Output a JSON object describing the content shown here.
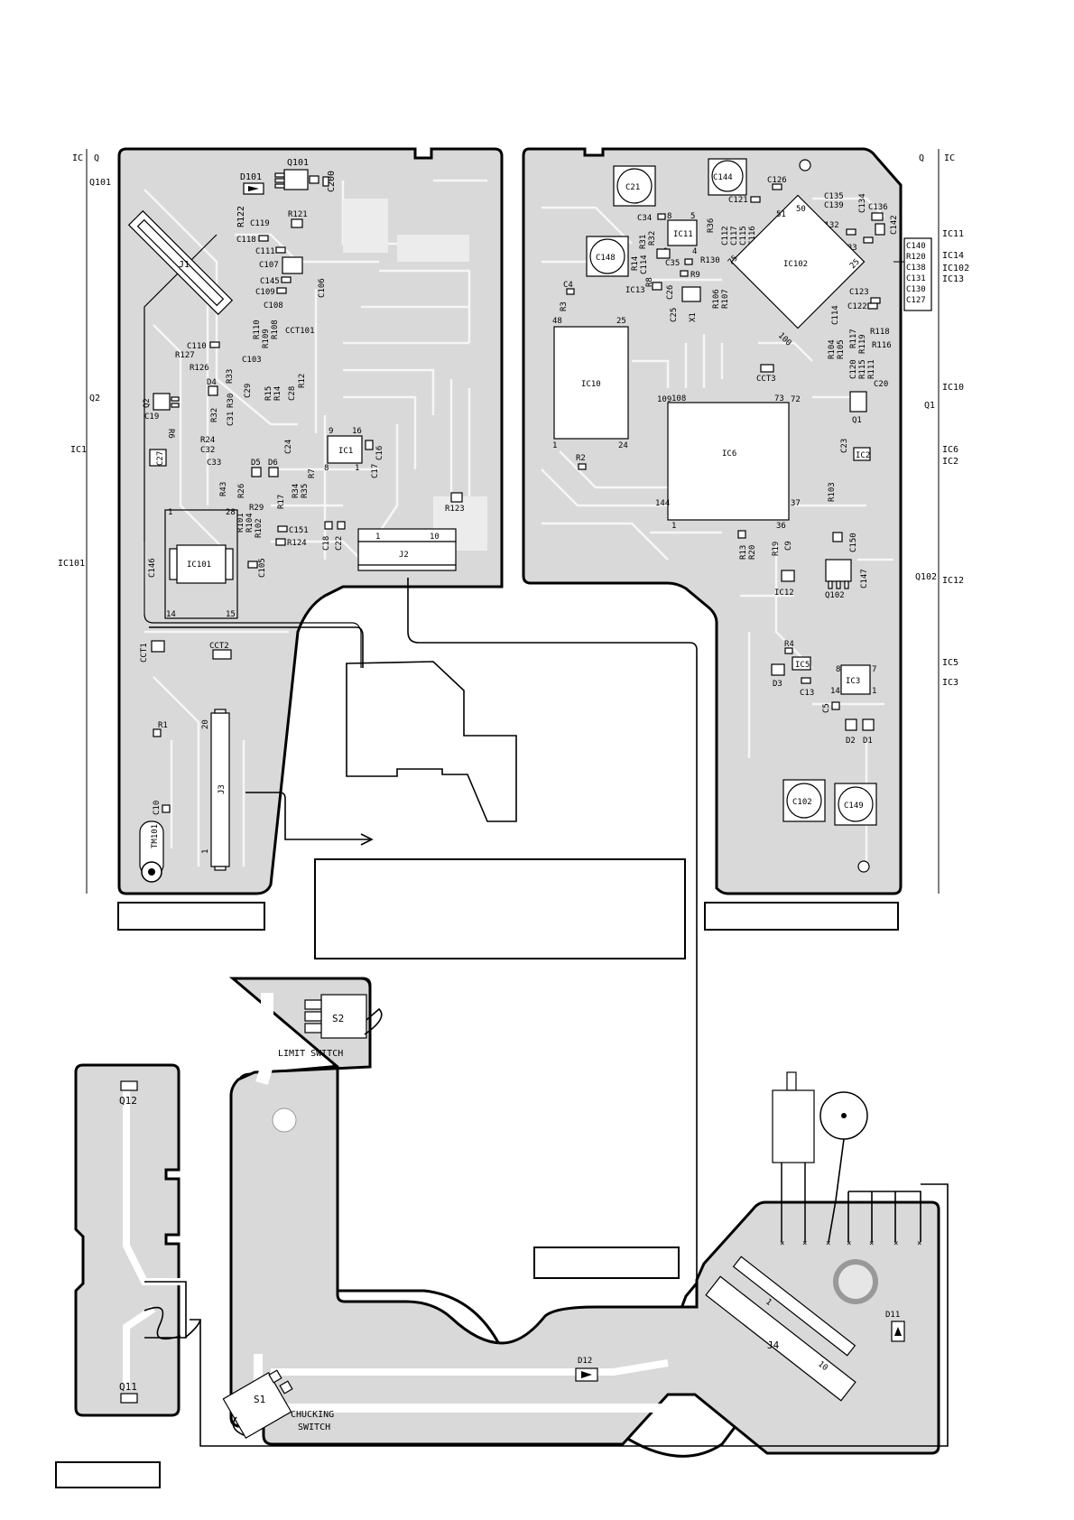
{
  "margin_labels": {
    "left_ic": "IC",
    "left_q": "Q",
    "right_q": "Q",
    "right_ic": "IC",
    "left_entries": [
      "Q101",
      "Q2",
      "IC1",
      "IC101"
    ],
    "right_entries": [
      "IC11",
      "IC14",
      "IC102",
      "IC13",
      "IC10",
      "Q1",
      "IC6",
      "IC2",
      "Q102",
      "IC12",
      "IC5",
      "IC3"
    ]
  },
  "left_board": {
    "components": [
      "D101",
      "Q101",
      "C200",
      "J1",
      "R122",
      "C119",
      "R121",
      "C118",
      "C111",
      "C107",
      "C145",
      "C109",
      "C106",
      "C108",
      "R110",
      "R109",
      "R108",
      "CCT101",
      "C110",
      "R127",
      "C103",
      "R126",
      "D4",
      "R33",
      "Q2",
      "C19",
      "R6",
      "R32",
      "C29",
      "R30",
      "C31",
      "R15",
      "R14",
      "C28",
      "R12",
      "R24",
      "C32",
      "C27",
      "C33",
      "IC1",
      "C24",
      "C16",
      "C17",
      "R7",
      "D5",
      "D6",
      "R43",
      "R26",
      "R17",
      "R34",
      "R35",
      "R29",
      "R101",
      "R104",
      "R102",
      "C151",
      "R124",
      "C18",
      "C22",
      "R123",
      "IC101",
      "C146",
      "C105",
      "J2",
      "CCT1",
      "CCT2",
      "R1",
      "J3",
      "C10",
      "TM101"
    ],
    "pin_numbers": {
      "ic1": [
        "9",
        "16",
        "8",
        "1"
      ],
      "ic101": [
        "28",
        "1",
        "14",
        "15"
      ],
      "j2": [
        "1",
        "10"
      ],
      "j3": [
        "20",
        "1"
      ]
    }
  },
  "right_board": {
    "components": [
      "C21",
      "C144",
      "C126",
      "C121",
      "C135",
      "C139",
      "C134",
      "C136",
      "C34",
      "IC11",
      "R36",
      "C148",
      "R31",
      "R32",
      "R14",
      "C114",
      "C35",
      "R8",
      "R9",
      "C112",
      "C117",
      "C115",
      "C116",
      "R130",
      "C132",
      "C133",
      "C142",
      "IC102",
      "C4",
      "R3",
      "IC13",
      "C26",
      "C25",
      "X1",
      "R106",
      "R107",
      "C123",
      "C122",
      "C114",
      "R118",
      "R116",
      "R117",
      "R119",
      "R115",
      "R111",
      "C120",
      "R104",
      "R105",
      "IC10",
      "CCT3",
      "C20",
      "Q1",
      "IC6",
      "R2",
      "C23",
      "IC2",
      "R103",
      "R13",
      "R20",
      "R19",
      "C9",
      "C150",
      "C147",
      "IC12",
      "Q102",
      "R4",
      "IC5",
      "D3",
      "C13",
      "IC3",
      "C5",
      "D2",
      "D1",
      "C102",
      "C149"
    ],
    "pin_numbers": {
      "ic11": [
        "8",
        "5",
        "1",
        "4"
      ],
      "ic102": [
        "51",
        "50",
        "75",
        "25",
        "100"
      ],
      "ic10": [
        "48",
        "25",
        "1",
        "24"
      ],
      "ic6": [
        "109",
        "108",
        "73",
        "72",
        "144",
        "1",
        "36",
        "37"
      ],
      "ic3": [
        "8",
        "7",
        "14",
        "1"
      ]
    },
    "callout_stack": [
      "C140",
      "R120",
      "C138",
      "C131",
      "C130",
      "C127"
    ]
  },
  "lower_board": {
    "components": [
      "S2",
      "S1",
      "D12",
      "J4",
      "D11"
    ],
    "limit_switch_label": "LIMIT SWITCH",
    "chucking_switch_label": [
      "CHUCKING",
      "SWITCH"
    ],
    "j4_pins": [
      "1",
      "10"
    ]
  },
  "small_board": {
    "components": [
      "Q12",
      "Q11"
    ]
  }
}
